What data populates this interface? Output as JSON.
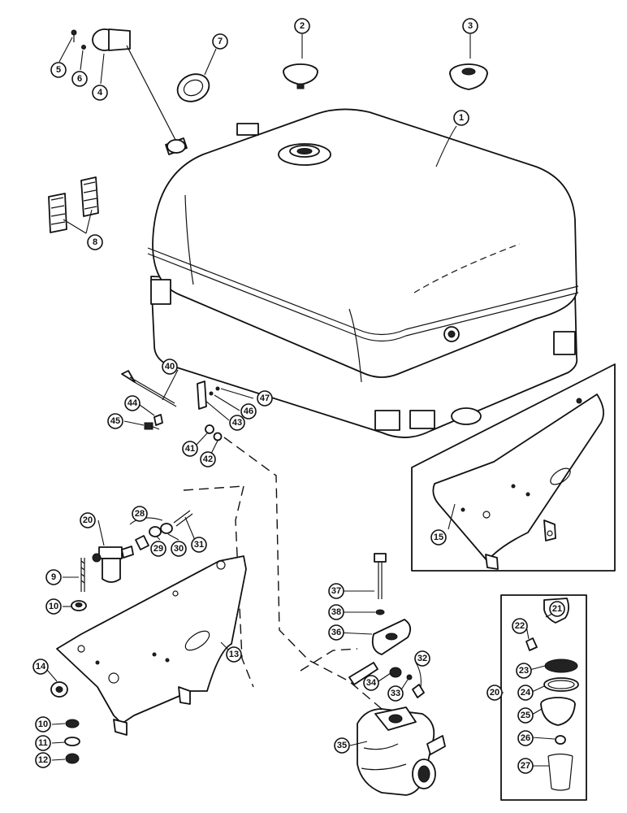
{
  "callouts": {
    "c1": "1",
    "c2": "2",
    "c3": "3",
    "c4": "4",
    "c5": "5",
    "c6": "6",
    "c7": "7",
    "c8": "8",
    "c9": "9",
    "c10a": "10",
    "c10b": "10",
    "c11": "11",
    "c12": "12",
    "c13": "13",
    "c14": "14",
    "c15": "15",
    "c20a": "20",
    "c20b": "20",
    "c21": "21",
    "c22": "22",
    "c23": "23",
    "c24": "24",
    "c25": "25",
    "c26": "26",
    "c27": "27",
    "c28": "28",
    "c29": "29",
    "c30": "30",
    "c31": "31",
    "c32": "32",
    "c33": "33",
    "c34": "34",
    "c35": "35",
    "c36": "36",
    "c37": "37",
    "c38": "38",
    "c40": "40",
    "c41": "41",
    "c42": "42",
    "c43": "43",
    "c44": "44",
    "c45": "45",
    "c46": "46",
    "c47": "47"
  }
}
